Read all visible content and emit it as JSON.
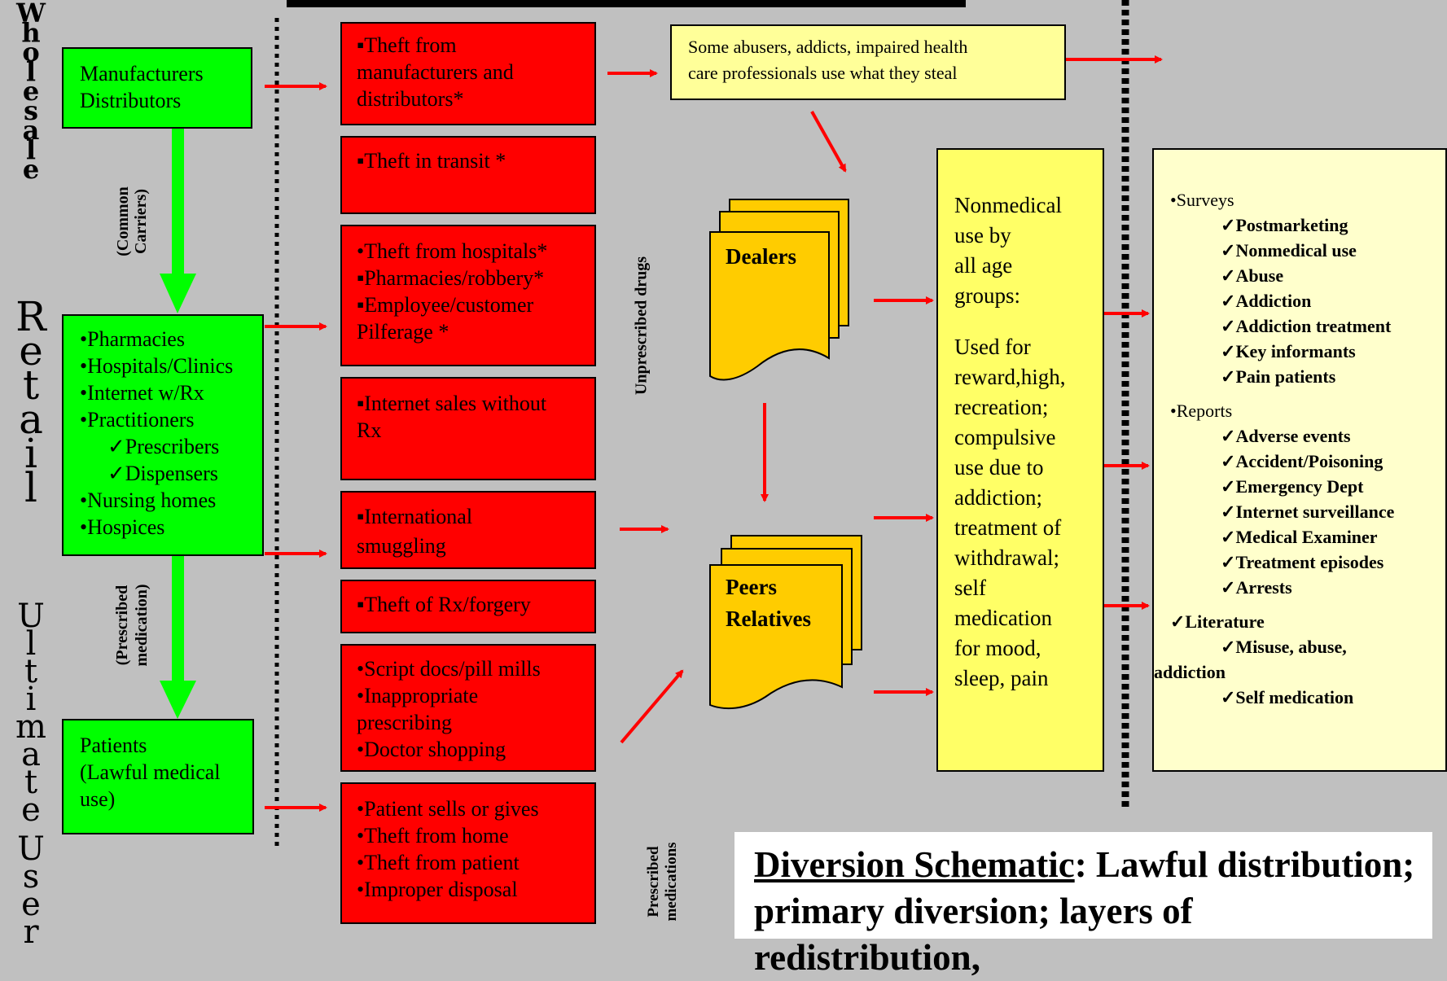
{
  "sections": {
    "wholesale": "Wholesale",
    "retail": "Retail",
    "ultimate_user": "Ultimate User"
  },
  "vertical_labels": {
    "common_carriers": [
      "(Common",
      "Carriers)"
    ],
    "prescribed_medication": [
      "(Prescribed",
      "medication)"
    ],
    "unprescribed_drugs": "Unprescribed drugs",
    "prescribed_medications": [
      "Prescribed",
      "medications"
    ]
  },
  "green_boxes": {
    "manufacturers": [
      "Manufacturers",
      "Distributors"
    ],
    "retail": [
      "•Pharmacies",
      "•Hospitals/Clinics",
      "•Internet w/Rx",
      "•Practitioners",
      "✓Prescribers",
      "✓Dispensers",
      "•Nursing homes",
      "•Hospices"
    ],
    "patients": [
      "Patients",
      "(Lawful medical",
      "use)"
    ]
  },
  "red_boxes": [
    [
      "▪Theft from",
      "manufacturers and",
      "distributors*"
    ],
    [
      "▪Theft in transit *"
    ],
    [
      "•Theft from hospitals*",
      "▪Pharmacies/robbery*",
      "▪Employee/customer",
      "Pilferage *"
    ],
    [
      "▪Internet sales without",
      "Rx"
    ],
    [
      "▪International",
      "smuggling"
    ],
    [
      "▪Theft of Rx/forgery"
    ],
    [
      "•Script docs/pill mills",
      "•Inappropriate",
      "prescribing",
      "•Doctor shopping"
    ],
    [
      "•Patient sells or gives",
      "•Theft from home",
      "•Theft from patient",
      "•Improper disposal"
    ]
  ],
  "abusers_box": [
    "Some abusers, addicts,  impaired health",
    "care professionals  use what they steal"
  ],
  "documents": {
    "dealers": "Dealers",
    "peers": [
      "Peers",
      "Relatives"
    ]
  },
  "nonmedical_box": [
    "Nonmedical",
    "use by",
    "all age",
    "groups:",
    "",
    "Used for",
    "reward,high,",
    "recreation;",
    "compulsive",
    "use due to",
    "addiction;",
    "treatment of",
    "withdrawal;",
    "self",
    "medication",
    "for mood,",
    "sleep, pain"
  ],
  "surveillance": {
    "surveys_title": "•Surveys",
    "surveys": [
      "Postmarketing",
      "Nonmedical use",
      "Abuse",
      "Addiction",
      "Addiction treatment",
      "Key informants",
      "Pain patients"
    ],
    "reports_title": "•Reports",
    "reports": [
      "Adverse events",
      "Accident/Poisoning",
      "Emergency Dept",
      "Internet surveillance",
      "Medical Examiner",
      "Treatment episodes",
      "Arrests"
    ],
    "literature_title": "✓Literature",
    "literature": [
      "✓Misuse, abuse,",
      "addiction",
      "✓Self medication"
    ]
  },
  "title": {
    "underlined": "Diversion Schematic",
    "rest1": ": Lawful distribution;",
    "line2": "primary diversion; layers of redistribution,"
  },
  "colors": {
    "background": "#c0c0c0",
    "green": "#00ff00",
    "red": "#ff0000",
    "arrow": "#ff0000",
    "document": "#ffcc00"
  }
}
